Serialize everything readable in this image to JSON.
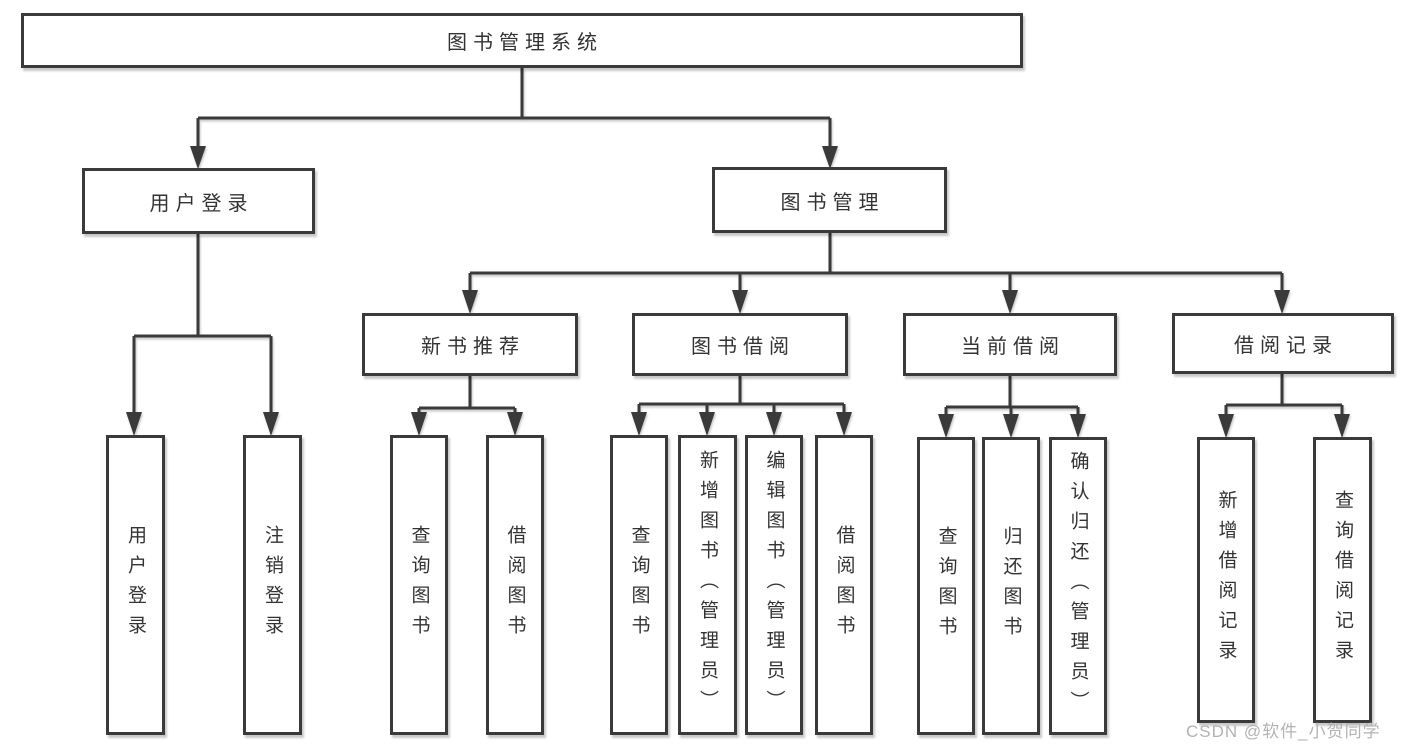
{
  "tree": {
    "label": "图书管理系统",
    "children": [
      {
        "label": "用户登录",
        "children": [
          {
            "label": "用户登录"
          },
          {
            "label": "注销登录"
          }
        ]
      },
      {
        "label": "图书管理",
        "children": [
          {
            "label": "新书推荐",
            "children": [
              {
                "label": "查询图书"
              },
              {
                "label": "借阅图书"
              }
            ]
          },
          {
            "label": "图书借阅",
            "children": [
              {
                "label": "查询图书"
              },
              {
                "label": "新增图书（管理员）"
              },
              {
                "label": "编辑图书（管理员）"
              },
              {
                "label": "借阅图书"
              }
            ]
          },
          {
            "label": "当前借阅",
            "children": [
              {
                "label": "查询图书"
              },
              {
                "label": "归还图书"
              },
              {
                "label": "确认归还（管理员）"
              }
            ]
          },
          {
            "label": "借阅记录",
            "children": [
              {
                "label": "新增借阅记录"
              },
              {
                "label": "查询借阅记录"
              }
            ]
          }
        ]
      }
    ]
  },
  "colors": {
    "line": "#3a3a3a",
    "text": "#333333",
    "watermark": "#b3b3b3",
    "background": "#ffffff"
  },
  "watermark": "CSDN @软件_小贺同学"
}
